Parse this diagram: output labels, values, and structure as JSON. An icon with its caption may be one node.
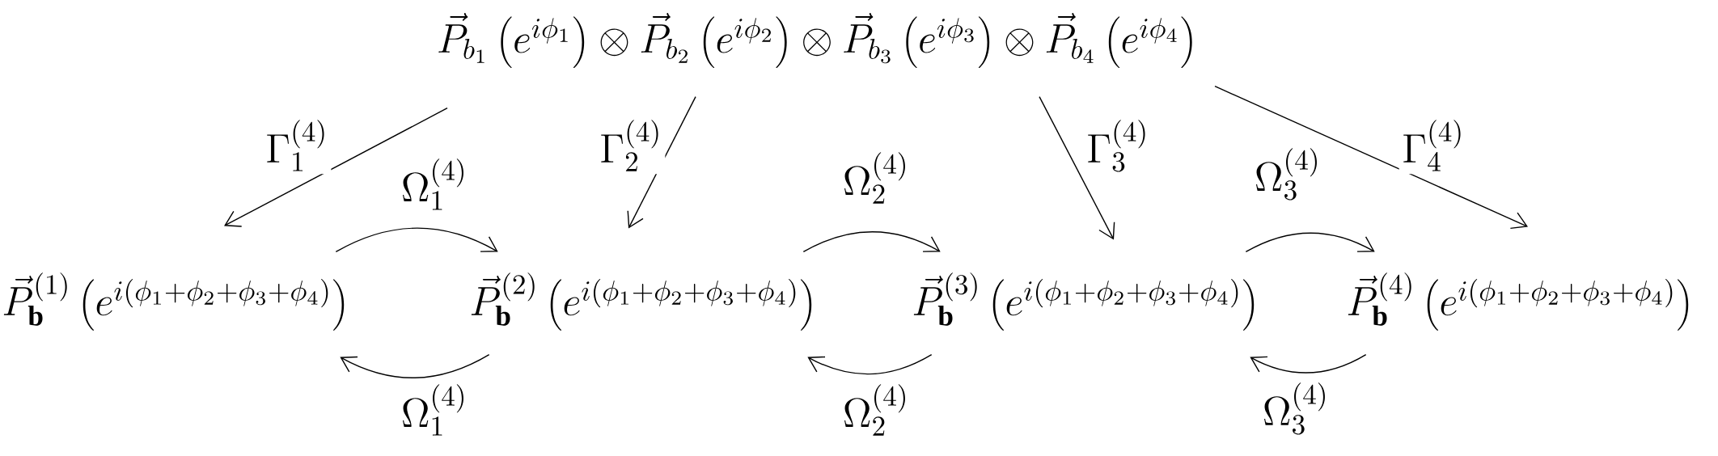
{
  "diagram": {
    "nodes": [
      {
        "text": [
          "\\vec{P}_{b_1}\\left(e^{i\\phi_1}\\right)\\otimes\\vec{P}_{b_2}\\left(e^{i\\phi_2}\\right)\\otimes\\vec{P}_{b_3}\\left(e^{i\\phi_3}\\right)\\otimes\\vec{P}_{b_4}\\left(e^{i\\phi_4}\\right)"
        ]
      },
      {
        "text": [
          "\\vec{P}^{(1)}_{\\mathbf{b}}\\left(e^{i(\\phi_1+\\phi_2+\\phi_3+\\phi_4)}\\right)"
        ]
      },
      {
        "text": [
          "\\vec{P}^{(2)}_{\\mathbf{b}}\\left(e^{i(\\phi_1+\\phi_2+\\phi_3+\\phi_4)}\\right)"
        ]
      },
      {
        "text": [
          "\\vec{P}^{(3)}_{\\mathbf{b}}\\left(e^{i(\\phi_1+\\phi_2+\\phi_3+\\phi_4)}\\right)"
        ]
      },
      {
        "text": [
          "\\vec{P}^{(4)}_{\\mathbf{b}}\\left(e^{i(\\phi_1+\\phi_2+\\phi_3+\\phi_4)}\\right)"
        ]
      }
    ],
    "edges": [
      {
        "from": 0,
        "to": 1,
        "arrow": "to",
        "label": "\\Gamma_1^{(4)}"
      },
      {
        "from": 0,
        "to": 2,
        "arrow": "to",
        "label": "\\Gamma_2^{(4)}"
      },
      {
        "from": 0,
        "to": 3,
        "arrow": "to",
        "label": "\\Gamma_3^{(4)}"
      },
      {
        "from": 0,
        "to": 4,
        "arrow": "to",
        "label": "\\Gamma_4^{(4)}"
      },
      {
        "from": 1,
        "to": 2,
        "arrow": "to",
        "label": "\\Omega_1^{(4)}"
      },
      {
        "from": 2,
        "to": 1,
        "arrow": "to",
        "label": "\\Omega_1^{(4)}"
      },
      {
        "from": 2,
        "to": 3,
        "arrow": "to",
        "label": "\\Omega_2^{(4)}"
      },
      {
        "from": 3,
        "to": 2,
        "arrow": "to",
        "label": "\\Omega_2^{(4)}"
      },
      {
        "from": 3,
        "to": 4,
        "arrow": "to",
        "label": "\\Omega_3^{(4)}"
      },
      {
        "from": 4,
        "to": 3,
        "arrow": "to",
        "label": "\\Omega_3^{(4)}"
      }
    ]
  }
}
